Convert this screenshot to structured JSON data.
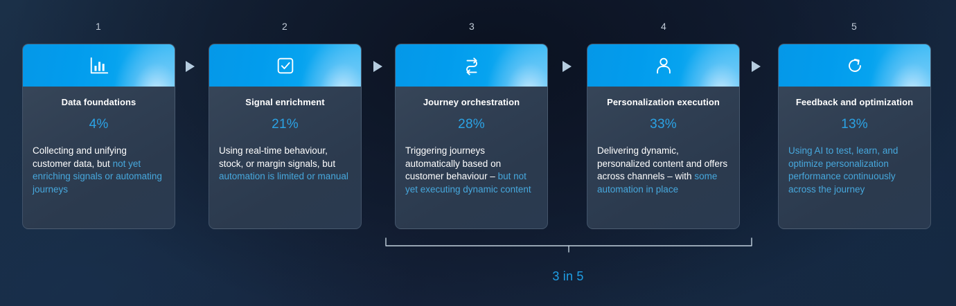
{
  "diagram": {
    "title": "Personalization maturity journey stages",
    "accent_blue": "#2ba3e5",
    "highlight_blue": "#47a8dd",
    "header_blue": "#029ced",
    "arrow_color": "#b5ccdf",
    "bracket_color": "#c3d2de"
  },
  "steps": [
    {
      "number": "1",
      "icon": "bar-chart-icon",
      "title": "Data foundations",
      "percent": "4%",
      "desc_plain": "Collecting and unifying customer data, but ",
      "desc_highlight": "not yet enriching signals or automating journeys",
      "desc_full": "Collecting and unifying customer data, but not yet enriching signals or automating journeys"
    },
    {
      "number": "2",
      "icon": "checkbox-check-icon",
      "title": "Signal enrichment",
      "percent": "21%",
      "desc_plain": "Using real-time behaviour, stock, or margin signals, but ",
      "desc_highlight": "automation is limited or manual",
      "desc_full": "Using real-time behaviour, stock, or margin signals, but automation is limited or manual"
    },
    {
      "number": "3",
      "icon": "swap-arrows-icon",
      "title": "Journey orchestration",
      "percent": "28%",
      "desc_plain": "Triggering journeys automatically based on customer behaviour – ",
      "desc_highlight": "but not yet executing dynamic content",
      "desc_full": "Triggering journeys automatically based on customer behaviour – but not yet executing dynamic content"
    },
    {
      "number": "4",
      "icon": "user-person-icon",
      "title": "Personalization execution",
      "percent": "33%",
      "desc_plain": "Delivering dynamic, personalized content and offers across channels – with ",
      "desc_highlight": "some automation in place",
      "desc_full": "Delivering dynamic, personalized content and offers across channels – with some automation in place"
    },
    {
      "number": "5",
      "icon": "refresh-loop-icon",
      "title": "Feedback and optimization",
      "percent": "13%",
      "desc_plain": "",
      "desc_highlight": "Using AI to test, learn, and optimize personalization performance continuously across the journey",
      "desc_full": "Using AI to test, learn, and optimize personalization performance continuously across the journey"
    }
  ],
  "bracket": {
    "label": "3 in 5",
    "spans_steps": "3-4"
  },
  "separators": [
    {
      "icon": "triangle-right-icon"
    },
    {
      "icon": "triangle-right-icon"
    },
    {
      "icon": "triangle-right-icon"
    },
    {
      "icon": "triangle-right-icon"
    }
  ]
}
